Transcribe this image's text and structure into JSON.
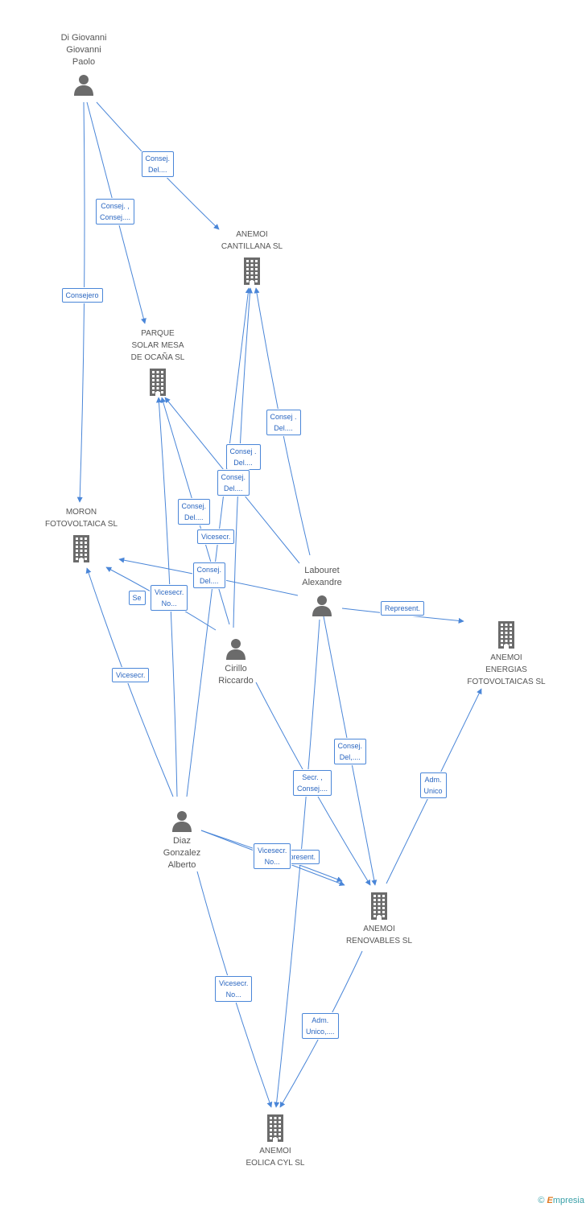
{
  "nodes": [
    {
      "id": "p_digiovanni",
      "type": "person",
      "label": "Di Giovanni\nGiovanni\nPaolo"
    },
    {
      "id": "p_labouret",
      "type": "person",
      "label": "Labouret\nAlexandre"
    },
    {
      "id": "p_cirillo",
      "type": "person",
      "label": "Cirillo\nRiccardo"
    },
    {
      "id": "p_diaz",
      "type": "person",
      "label": "Diaz\nGonzalez\nAlberto"
    },
    {
      "id": "c_cantillana",
      "type": "company",
      "label": "ANEMOI\nCANTILLANA SL"
    },
    {
      "id": "c_parque",
      "type": "company",
      "label": "PARQUE\nSOLAR MESA\nDE OCAÑA SL"
    },
    {
      "id": "c_moron",
      "type": "company",
      "label": "MORON\nFOTOVOLTAICA SL"
    },
    {
      "id": "c_energias",
      "type": "company",
      "label": "ANEMOI\nENERGIAS\nFOTOVOLTAICAS SL"
    },
    {
      "id": "c_renovables",
      "type": "company",
      "label": "ANEMOI\nRENOVABLES SL"
    },
    {
      "id": "c_eolica",
      "type": "company",
      "label": "ANEMOI\nEOLICA CYL  SL"
    }
  ],
  "edges": [
    {
      "from": "p_digiovanni",
      "to": "c_cantillana",
      "label": "Consej.\nDel...."
    },
    {
      "from": "p_digiovanni",
      "to": "c_parque",
      "label": "Consej. ,\nConsej...."
    },
    {
      "from": "p_digiovanni",
      "to": "c_moron",
      "label": "Consejero"
    },
    {
      "from": "p_labouret",
      "to": "c_cantillana",
      "label": "Consej .\nDel...."
    },
    {
      "from": "p_labouret",
      "to": "c_parque",
      "label": "Consej.\nDel...."
    },
    {
      "from": "p_labouret",
      "to": "c_moron",
      "label": "Consej.\nDel...."
    },
    {
      "from": "p_labouret",
      "to": "c_energias",
      "label": "Represent."
    },
    {
      "from": "p_labouret",
      "to": "c_renovables",
      "label": "Consej.\nDel,...."
    },
    {
      "from": "p_labouret",
      "to": "c_eolica",
      "label": "Secr. ,\nConsej...."
    },
    {
      "from": "p_cirillo",
      "to": "c_cantillana",
      "label": "Consej .\nDel...."
    },
    {
      "from": "p_cirillo",
      "to": "c_parque",
      "label": "Consej.\nDel...."
    },
    {
      "from": "p_cirillo",
      "to": "c_moron",
      "label": "Se"
    },
    {
      "from": "p_cirillo",
      "to": "c_renovables",
      "label": ""
    },
    {
      "from": "p_diaz",
      "to": "c_cantillana",
      "label": "Vicesecr."
    },
    {
      "from": "p_diaz",
      "to": "c_parque",
      "label": "Vicesecr.\nNo..."
    },
    {
      "from": "p_diaz",
      "to": "c_moron",
      "label": "Vicesecr."
    },
    {
      "from": "p_diaz",
      "to": "c_renovables",
      "label": "Represent."
    },
    {
      "from": "p_diaz",
      "to": "c_renovables",
      "label": "Vicesecr.\nNo..."
    },
    {
      "from": "p_diaz",
      "to": "c_eolica",
      "label": "Vicesecr.\nNo..."
    },
    {
      "from": "c_renovables",
      "to": "c_energias",
      "label": "Adm.\nUnico"
    },
    {
      "from": "c_renovables",
      "to": "c_eolica",
      "label": "Adm.\nUnico,...."
    }
  ],
  "colors": {
    "edge": "#4a86d8",
    "edge_label_text": "#2a66c0",
    "node_icon": "#6b6b6b",
    "node_text": "#555555"
  },
  "footer": {
    "copyright": "©",
    "brand_initial": "E",
    "brand_rest": "mpresia"
  }
}
